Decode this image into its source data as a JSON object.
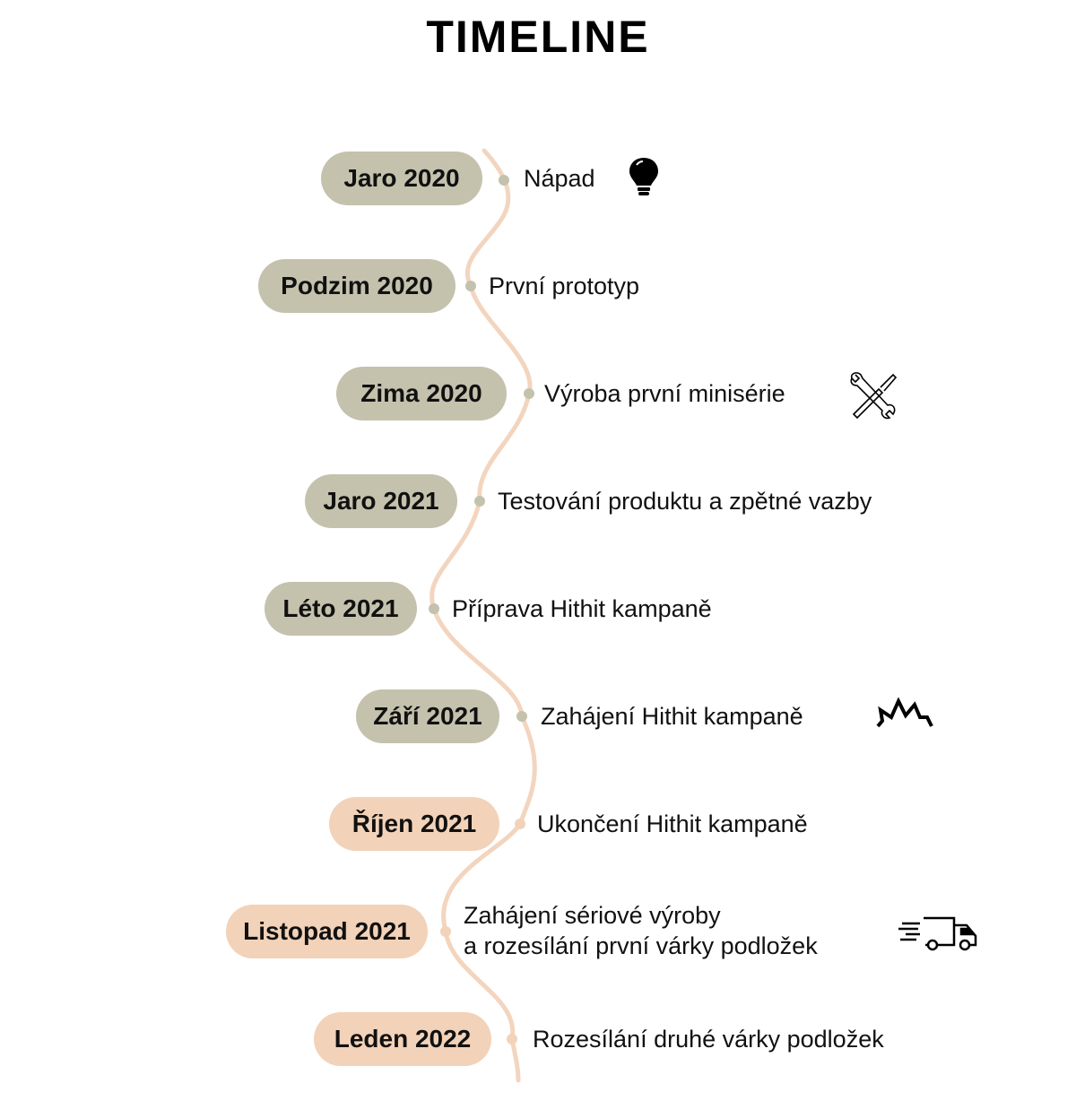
{
  "title": "TIMELINE",
  "colors": {
    "khaki": "#c4c2ad",
    "peach": "#f2d2b8",
    "line": "#f3d5bf"
  },
  "events": [
    {
      "date": "Jaro 2020",
      "text": "Nápad",
      "icon": "lightbulb-icon"
    },
    {
      "date": "Podzim 2020",
      "text": "První prototyp"
    },
    {
      "date": "Zima 2020",
      "text": "Výroba první minisérie",
      "icon": "tools-icon"
    },
    {
      "date": "Jaro 2021",
      "text": "Testování produktu a zpětné vazby"
    },
    {
      "date": "Léto 2021",
      "text": "Příprava Hithit kampaně"
    },
    {
      "date": "Září 2021",
      "text": "Zahájení Hithit kampaně",
      "icon": "burst-icon"
    },
    {
      "date": "Říjen 2021",
      "text": "Ukončení Hithit kampaně"
    },
    {
      "date": "Listopad 2021",
      "text": "Zahájení sériové výroby",
      "text2": "a rozesílání první várky podložek",
      "icon": "delivery-truck-icon"
    },
    {
      "date": "Leden 2022",
      "text": "Rozesílání druhé várky podložek"
    }
  ]
}
